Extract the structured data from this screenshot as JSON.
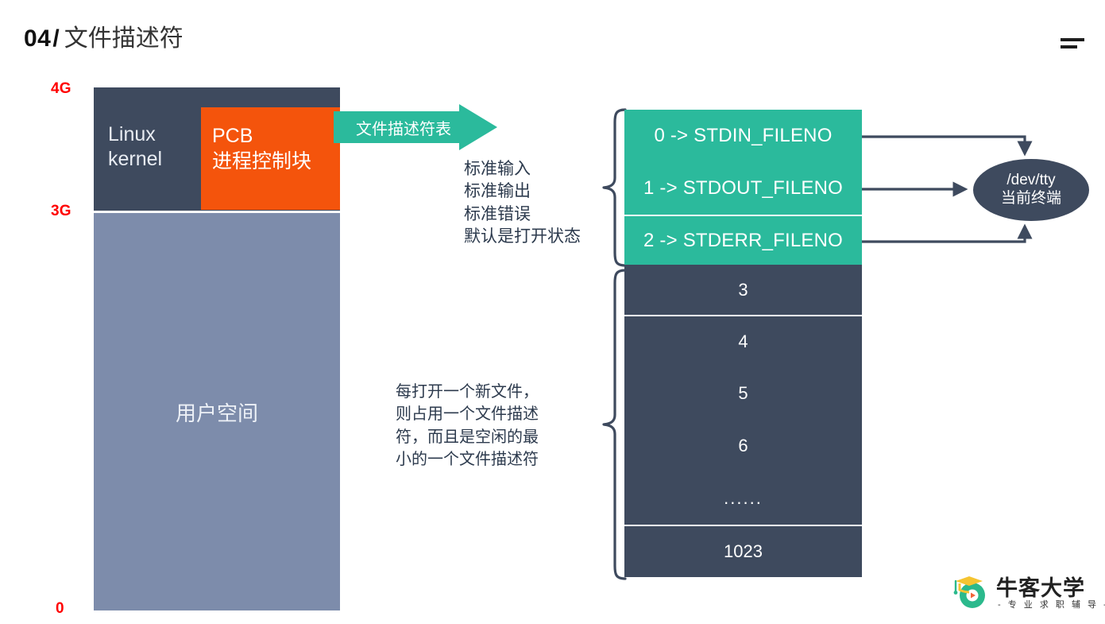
{
  "header": {
    "number": "04",
    "separator": "/",
    "title": "文件描述符",
    "menu_icon": "hamburger-icon"
  },
  "memory_map": {
    "kernel_label": "Linux\nkernel",
    "pcb_label": "PCB\n进程控制块",
    "user_space_label": "用户空间",
    "address_top": "4G",
    "address_mid": "3G",
    "address_bottom": "0",
    "colors": {
      "kernel": "#3e4a5e",
      "pcb": "#f4540c",
      "user_space": "#7d8cab",
      "address_text": "#ff0000"
    }
  },
  "banner": {
    "label": "文件描述符表",
    "color": "#2bba9c"
  },
  "notes": {
    "standard_streams": "标准输入\n标准输出\n标准错误\n默认是打开状态",
    "allocation": "每打开一个新文件，\n则占用一个文件描述\n符，而且是空闲的最\n小的一个文件描述符"
  },
  "fd_table": {
    "standard_rows": [
      {
        "label": "0 -> STDIN_FILENO"
      },
      {
        "label": "1 -> STDOUT_FILENO"
      },
      {
        "label": "2 -> STDERR_FILENO"
      }
    ],
    "numeric_rows": [
      {
        "label": "3"
      },
      {
        "label": "4"
      },
      {
        "label": "5"
      },
      {
        "label": "6"
      },
      {
        "label": "......"
      },
      {
        "label": "1023"
      }
    ],
    "colors": {
      "standard": "#2bba9c",
      "numeric": "#3e4a5e",
      "text": "#ffffff"
    }
  },
  "terminal_node": {
    "path": "/dev/tty",
    "description": "当前终端",
    "color": "#3e4a5e"
  },
  "logo": {
    "name": "牛客大学",
    "tagline": "- 专 业 求 职 辅 导 -"
  }
}
